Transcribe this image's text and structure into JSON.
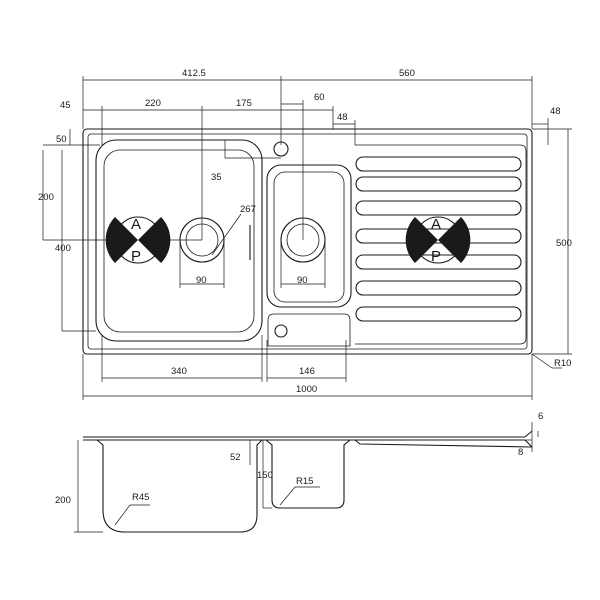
{
  "plan_view": {
    "dims": {
      "overall_left": "412.5",
      "overall_right": "560",
      "side_margin": "45",
      "waste_offset": "220",
      "waste_to_tap": "175",
      "tap_width": "60",
      "drainer_margin": "48",
      "drainer_edge": "48",
      "top_margin": "50",
      "waste_from_top": "200",
      "bowl_depth": "400",
      "tap_offset": "35",
      "bowl_radius": "267",
      "waste_dia_main": "90",
      "waste_dia_half": "90",
      "main_bowl_width": "340",
      "half_bowl_width": "146",
      "overall_width": "1000",
      "overall_depth": "500",
      "corner_radius": "R10"
    },
    "pictogram": {
      "top_letter": "A",
      "bottom_letter": "P"
    }
  },
  "section_view": {
    "dims": {
      "flange_thickness": "6",
      "drainer_step": "8",
      "main_depth": "200",
      "main_radius": "R45",
      "step_depth": "52",
      "half_depth": "150",
      "half_radius": "R15"
    }
  }
}
